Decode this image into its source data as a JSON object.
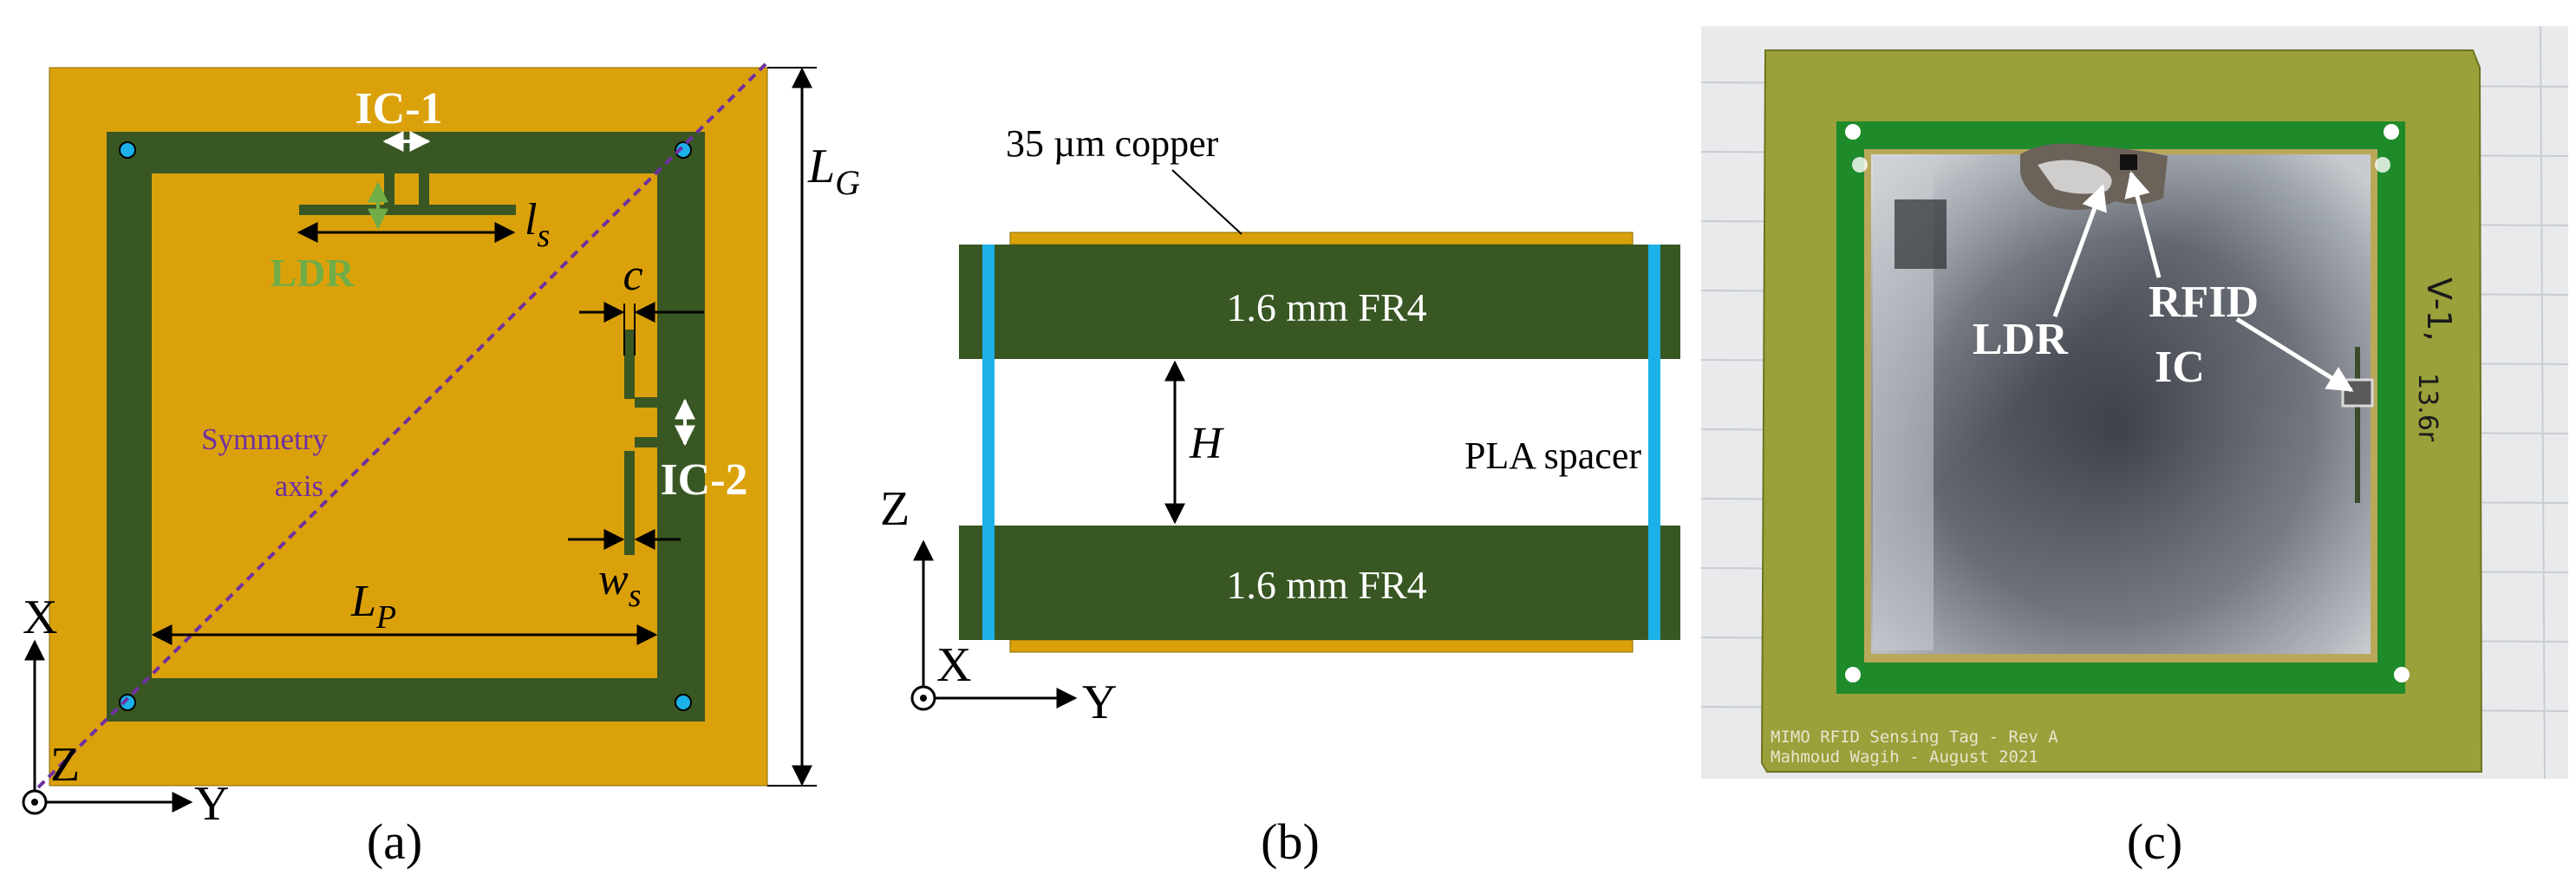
{
  "panel_a": {
    "caption": "(a)",
    "ic1": "IC-1",
    "ic2": "IC-2",
    "ldr": "LDR",
    "ls": "l",
    "ls_sub": "s",
    "c": "c",
    "ws": "w",
    "ws_sub": "s",
    "lp": "L",
    "lp_sub": "P",
    "lg": "L",
    "lg_sub": "G",
    "symmetry_line1": "Symmetry",
    "symmetry_line2": "axis",
    "axis_x": "X",
    "axis_y": "Y",
    "axis_z": "Z"
  },
  "panel_b": {
    "caption": "(b)",
    "copper": "35 µm copper",
    "fr4_top": "1.6 mm FR4",
    "fr4_bottom": "1.6 mm FR4",
    "h": "H",
    "spacer": "PLA spacer",
    "axis_z": "Z",
    "axis_x": "X",
    "axis_y": "Y"
  },
  "panel_c": {
    "caption": "(c)",
    "ldr": "LDR",
    "rfid": "RFID",
    "ic": "IC",
    "board_text1": "MIMO RFID Sensing Tag - Rev A",
    "board_text2": "Mahmoud Wagih - August 2021",
    "handwriting1": "V-1,",
    "handwriting2": "13.6r"
  },
  "colors": {
    "copper": "#DBA10B",
    "fr4": "#385723",
    "spacer": "#1CB1E8",
    "symmetry": "#7030A0",
    "ldr": "#70AD47"
  }
}
